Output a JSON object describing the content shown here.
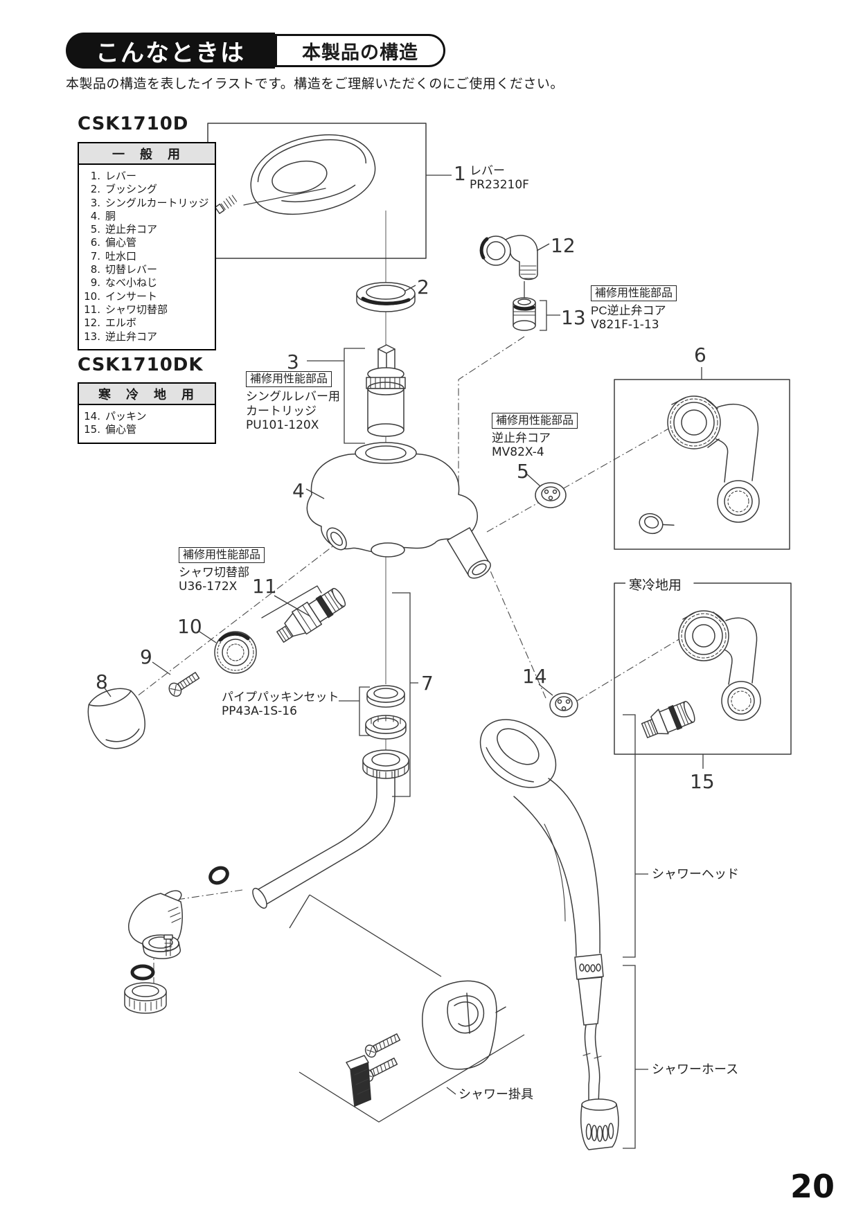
{
  "header": {
    "tag": "こんなときは",
    "title": "本製品の構造"
  },
  "intro": "本製品の構造を表したイラストです。構造をご理解いただくのにご使用ください。",
  "general": {
    "model": "CSK1710D",
    "table_title": "一　般　用",
    "parts": [
      {
        "no": "1.",
        "name": "レバー"
      },
      {
        "no": "2.",
        "name": "ブッシング"
      },
      {
        "no": "3.",
        "name": "シングルカートリッジ"
      },
      {
        "no": "4.",
        "name": "胴"
      },
      {
        "no": "5.",
        "name": "逆止弁コア"
      },
      {
        "no": "6.",
        "name": "偏心管"
      },
      {
        "no": "7.",
        "name": "吐水口"
      },
      {
        "no": "8.",
        "name": "切替レバー"
      },
      {
        "no": "9.",
        "name": "なべ小ねじ"
      },
      {
        "no": "10.",
        "name": "インサート"
      },
      {
        "no": "11.",
        "name": "シャワ切替部"
      },
      {
        "no": "12.",
        "name": "エルボ"
      },
      {
        "no": "13.",
        "name": "逆止弁コア"
      }
    ]
  },
  "cold": {
    "model": "CSK1710DK",
    "table_title": "寒　冷　地　用",
    "parts": [
      {
        "no": "14.",
        "name": "パッキン"
      },
      {
        "no": "15.",
        "name": "偏心管"
      }
    ]
  },
  "callouts": [
    "1",
    "2",
    "3",
    "4",
    "5",
    "6",
    "7",
    "8",
    "9",
    "10",
    "11",
    "12",
    "13",
    "14",
    "15"
  ],
  "diagram": {
    "repair_tag": "補修用性能部品",
    "lever_name": "レバー",
    "lever_code": "PR23210F",
    "cartridge_line1": "シングルレバー用",
    "cartridge_line2": "カートリッジ",
    "cartridge_code": "PU101-120X",
    "pc_valve_name": "PC逆止弁コア",
    "pc_valve_code": "V821F-1-13",
    "valve_name": "逆止弁コア",
    "valve_code": "MV82X-4",
    "diverter_name": "シャワ切替部",
    "diverter_code": "U36-172X",
    "packing_name": "パイプパッキンセット",
    "packing_code": "PP43A-1S-16",
    "cold_region": "寒冷地用",
    "shower_head": "シャワーヘッド",
    "shower_hose": "シャワーホース",
    "hanger": "シャワー掛具"
  },
  "page_number": "20"
}
